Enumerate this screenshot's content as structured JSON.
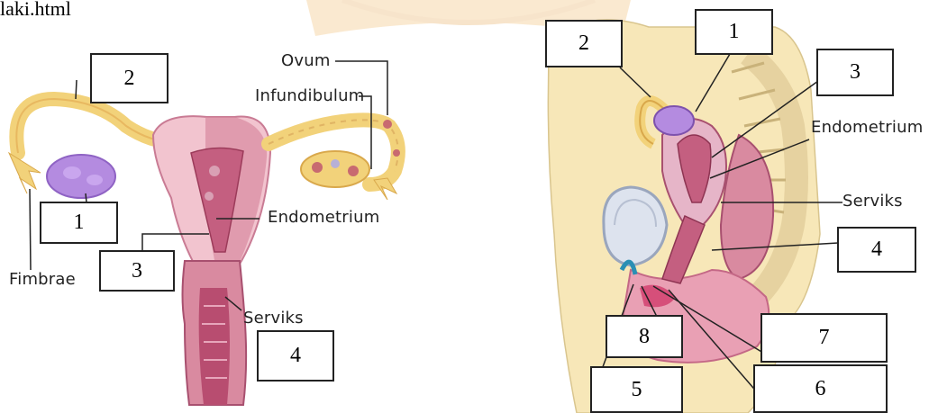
{
  "header_fragment": "laki.html",
  "left_diagram": {
    "text_labels": {
      "ovum": "Ovum",
      "infundibulum": "Infundibulum",
      "endometrium": "Endometrium",
      "fimbrae": "Fimbrae",
      "serviks": "Serviks"
    },
    "number_boxes": [
      "2",
      "1",
      "3",
      "4"
    ]
  },
  "right_diagram": {
    "text_labels": {
      "endometrium": "Endometrium",
      "serviks": "Serviks"
    },
    "number_boxes": [
      "2",
      "1",
      "3",
      "4",
      "8",
      "7",
      "5",
      "6"
    ]
  },
  "colors": {
    "uterus_light": "#f2c4cf",
    "uterus_mid": "#d98aa0",
    "uterus_dark": "#b04a6a",
    "ovary": "#b48be0",
    "tube_yellow": "#f2d27a",
    "skin_pale": "#f7e7b8",
    "watermark_orange": "#f3c27a"
  }
}
